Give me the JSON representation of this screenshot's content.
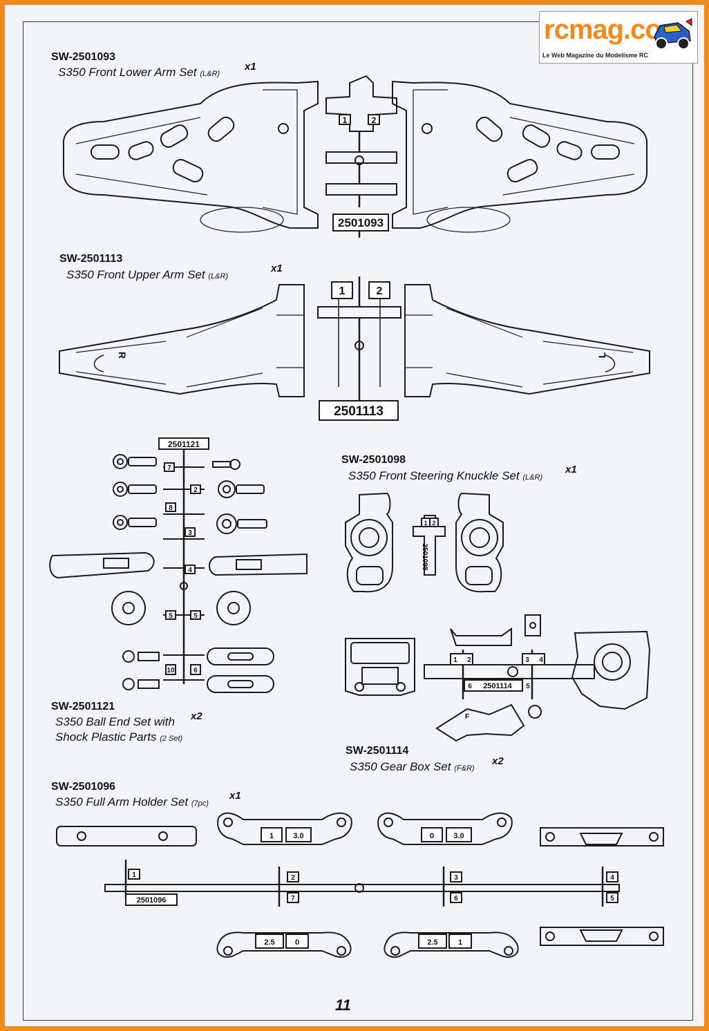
{
  "brand": {
    "name": "rcmag.com",
    "tagline": "Le Web Magazine du Modelisme RC"
  },
  "sections": {
    "front_lower_arm": {
      "code": "SW-2501093",
      "name": "S350 Front Lower Arm Set",
      "note": "(L&R)",
      "qty": "x1",
      "tree_label": "2501093",
      "tree_numbers": [
        "1",
        "2"
      ]
    },
    "front_upper_arm": {
      "code": "SW-2501113",
      "name": "S350 Front Upper Arm Set",
      "note": "(L&R)",
      "qty": "x1",
      "tree_label": "2501113",
      "tree_numbers": [
        "1",
        "2"
      ],
      "side_left": "R",
      "side_right": "L"
    },
    "steering_knuckle": {
      "code": "SW-2501098",
      "name": "S350 Front Steering Knuckle Set",
      "note": "(L&R)",
      "qty": "x1",
      "tree_label": "2501098",
      "tree_numbers": [
        "1",
        "2"
      ]
    },
    "ball_end": {
      "code": "SW-2501121",
      "name_line1": "S350 Ball End Set with",
      "name_line2": "Shock Plastic Parts",
      "note": "(2 Set)",
      "qty": "x2",
      "tree_label": "2501121",
      "tree_numbers": [
        "7",
        "2",
        "8",
        "3",
        "4",
        "5",
        "5",
        "10",
        "6"
      ]
    },
    "gear_box": {
      "code": "SW-2501114",
      "name": "S350 Gear Box Set",
      "note": "(F&R)",
      "qty": "x2",
      "tree_label": "2501114",
      "tree_numbers": [
        "1",
        "2",
        "3",
        "4",
        "6",
        "5"
      ],
      "part_letter": "F"
    },
    "arm_holder": {
      "code": "SW-2501096",
      "name": "S350 Full Arm Holder Set",
      "note": "(7pc)",
      "qty": "x1",
      "tree_label": "2501096",
      "tree_numbers": [
        "1",
        "2",
        "7",
        "3",
        "6",
        "4",
        "5"
      ],
      "holder_top_a": [
        "1",
        "3.0"
      ],
      "holder_top_b": [
        "0",
        "3.0"
      ],
      "holder_bottom_a": [
        "2.5",
        "0"
      ],
      "holder_bottom_b": [
        "2.5",
        "1"
      ]
    }
  },
  "page_number": "11"
}
